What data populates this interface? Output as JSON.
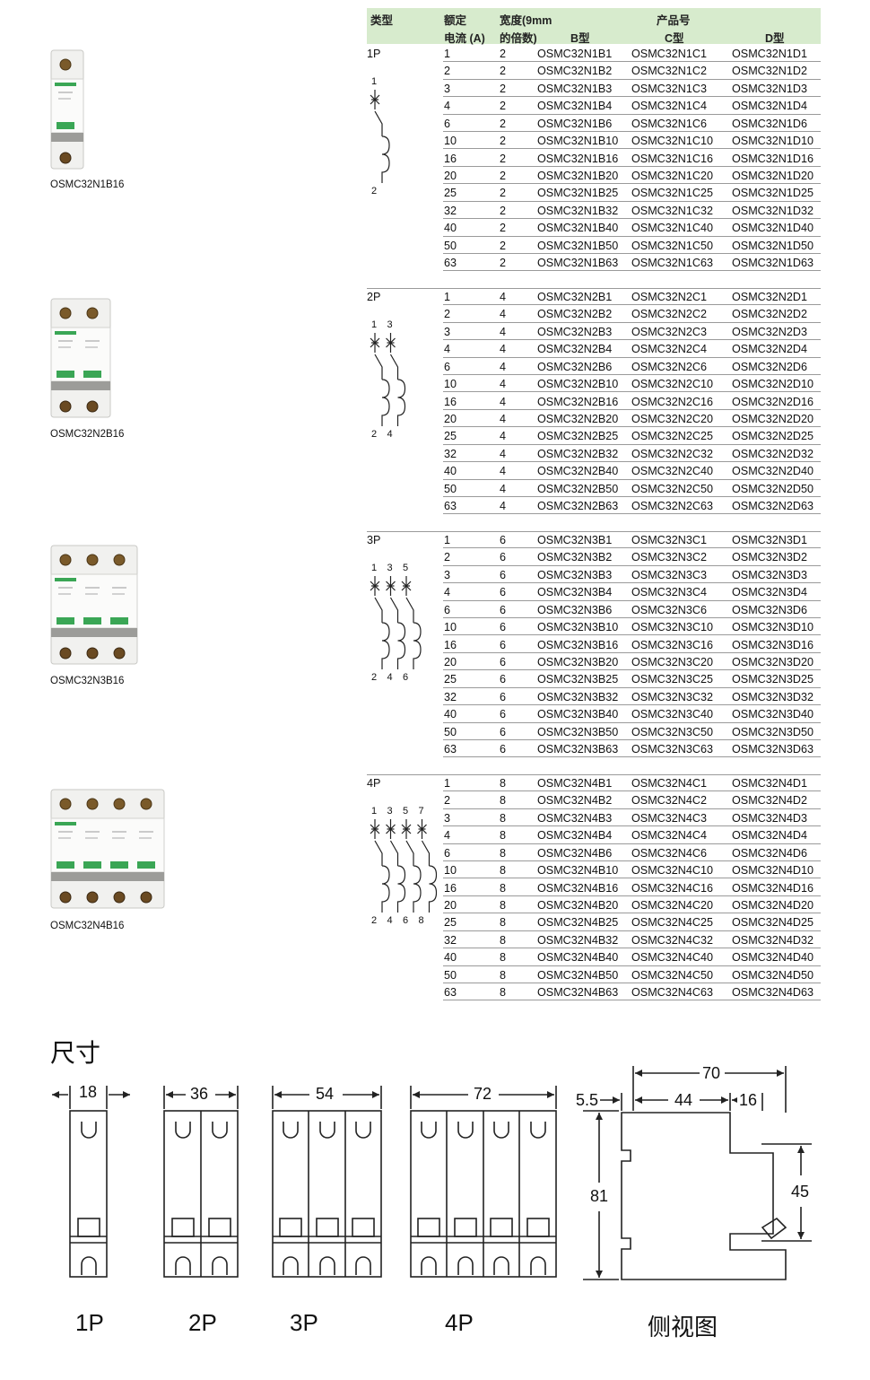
{
  "header": {
    "type": "类型",
    "rated_1": "额定",
    "rated_2": "电流 (A)",
    "width_1": "宽度(9mm",
    "width_2": "的倍数)",
    "product_no": "产品号",
    "col_b": "B型",
    "col_c": "C型",
    "col_d": "D型"
  },
  "groups": [
    {
      "label": "1P",
      "caption": "OSMC32N1B16",
      "width": "2",
      "poles": 1,
      "terminals_top": [
        "1"
      ],
      "terminals_bottom": [
        "2"
      ],
      "rows": [
        {
          "a": "1",
          "b": "OSMC32N1B1",
          "c": "OSMC32N1C1",
          "d": "OSMC32N1D1"
        },
        {
          "a": "2",
          "b": "OSMC32N1B2",
          "c": "OSMC32N1C2",
          "d": "OSMC32N1D2"
        },
        {
          "a": "3",
          "b": "OSMC32N1B3",
          "c": "OSMC32N1C3",
          "d": "OSMC32N1D3"
        },
        {
          "a": "4",
          "b": "OSMC32N1B4",
          "c": "OSMC32N1C4",
          "d": "OSMC32N1D4"
        },
        {
          "a": "6",
          "b": "OSMC32N1B6",
          "c": "OSMC32N1C6",
          "d": "OSMC32N1D6"
        },
        {
          "a": "10",
          "b": "OSMC32N1B10",
          "c": "OSMC32N1C10",
          "d": "OSMC32N1D10"
        },
        {
          "a": "16",
          "b": "OSMC32N1B16",
          "c": "OSMC32N1C16",
          "d": "OSMC32N1D16"
        },
        {
          "a": "20",
          "b": "OSMC32N1B20",
          "c": "OSMC32N1C20",
          "d": "OSMC32N1D20"
        },
        {
          "a": "25",
          "b": "OSMC32N1B25",
          "c": "OSMC32N1C25",
          "d": "OSMC32N1D25"
        },
        {
          "a": "32",
          "b": "OSMC32N1B32",
          "c": "OSMC32N1C32",
          "d": "OSMC32N1D32"
        },
        {
          "a": "40",
          "b": "OSMC32N1B40",
          "c": "OSMC32N1C40",
          "d": "OSMC32N1D40"
        },
        {
          "a": "50",
          "b": "OSMC32N1B50",
          "c": "OSMC32N1C50",
          "d": "OSMC32N1D50"
        },
        {
          "a": "63",
          "b": "OSMC32N1B63",
          "c": "OSMC32N1C63",
          "d": "OSMC32N1D63"
        }
      ]
    },
    {
      "label": "2P",
      "caption": "OSMC32N2B16",
      "width": "4",
      "poles": 2,
      "terminals_top": [
        "1",
        "3"
      ],
      "terminals_bottom": [
        "2",
        "4"
      ],
      "rows": [
        {
          "a": "1",
          "b": "OSMC32N2B1",
          "c": "OSMC32N2C1",
          "d": "OSMC32N2D1"
        },
        {
          "a": "2",
          "b": "OSMC32N2B2",
          "c": "OSMC32N2C2",
          "d": "OSMC32N2D2"
        },
        {
          "a": "3",
          "b": "OSMC32N2B3",
          "c": "OSMC32N2C3",
          "d": "OSMC32N2D3"
        },
        {
          "a": "4",
          "b": "OSMC32N2B4",
          "c": "OSMC32N2C4",
          "d": "OSMC32N2D4"
        },
        {
          "a": "6",
          "b": "OSMC32N2B6",
          "c": "OSMC32N2C6",
          "d": "OSMC32N2D6"
        },
        {
          "a": "10",
          "b": "OSMC32N2B10",
          "c": "OSMC32N2C10",
          "d": "OSMC32N2D10"
        },
        {
          "a": "16",
          "b": "OSMC32N2B16",
          "c": "OSMC32N2C16",
          "d": "OSMC32N2D16"
        },
        {
          "a": "20",
          "b": "OSMC32N2B20",
          "c": "OSMC32N2C20",
          "d": "OSMC32N2D20"
        },
        {
          "a": "25",
          "b": "OSMC32N2B25",
          "c": "OSMC32N2C25",
          "d": "OSMC32N2D25"
        },
        {
          "a": "32",
          "b": "OSMC32N2B32",
          "c": "OSMC32N2C32",
          "d": "OSMC32N2D32"
        },
        {
          "a": "40",
          "b": "OSMC32N2B40",
          "c": "OSMC32N2C40",
          "d": "OSMC32N2D40"
        },
        {
          "a": "50",
          "b": "OSMC32N2B50",
          "c": "OSMC32N2C50",
          "d": "OSMC32N2D50"
        },
        {
          "a": "63",
          "b": "OSMC32N2B63",
          "c": "OSMC32N2C63",
          "d": "OSMC32N2D63"
        }
      ]
    },
    {
      "label": "3P",
      "caption": "OSMC32N3B16",
      "width": "6",
      "poles": 3,
      "terminals_top": [
        "1",
        "3",
        "5"
      ],
      "terminals_bottom": [
        "2",
        "4",
        "6"
      ],
      "rows": [
        {
          "a": "1",
          "b": "OSMC32N3B1",
          "c": "OSMC32N3C1",
          "d": "OSMC32N3D1"
        },
        {
          "a": "2",
          "b": "OSMC32N3B2",
          "c": "OSMC32N3C2",
          "d": "OSMC32N3D2"
        },
        {
          "a": "3",
          "b": "OSMC32N3B3",
          "c": "OSMC32N3C3",
          "d": "OSMC32N3D3"
        },
        {
          "a": "4",
          "b": "OSMC32N3B4",
          "c": "OSMC32N3C4",
          "d": "OSMC32N3D4"
        },
        {
          "a": "6",
          "b": "OSMC32N3B6",
          "c": "OSMC32N3C6",
          "d": "OSMC32N3D6"
        },
        {
          "a": "10",
          "b": "OSMC32N3B10",
          "c": "OSMC32N3C10",
          "d": "OSMC32N3D10"
        },
        {
          "a": "16",
          "b": "OSMC32N3B16",
          "c": "OSMC32N3C16",
          "d": "OSMC32N3D16"
        },
        {
          "a": "20",
          "b": "OSMC32N3B20",
          "c": "OSMC32N3C20",
          "d": "OSMC32N3D20"
        },
        {
          "a": "25",
          "b": "OSMC32N3B25",
          "c": "OSMC32N3C25",
          "d": "OSMC32N3D25"
        },
        {
          "a": "32",
          "b": "OSMC32N3B32",
          "c": "OSMC32N3C32",
          "d": "OSMC32N3D32"
        },
        {
          "a": "40",
          "b": "OSMC32N3B40",
          "c": "OSMC32N3C40",
          "d": "OSMC32N3D40"
        },
        {
          "a": "50",
          "b": "OSMC32N3B50",
          "c": "OSMC32N3C50",
          "d": "OSMC32N3D50"
        },
        {
          "a": "63",
          "b": "OSMC32N3B63",
          "c": "OSMC32N3C63",
          "d": "OSMC32N3D63"
        }
      ]
    },
    {
      "label": "4P",
      "caption": "OSMC32N4B16",
      "width": "8",
      "poles": 4,
      "terminals_top": [
        "1",
        "3",
        "5",
        "7"
      ],
      "terminals_bottom": [
        "2",
        "4",
        "6",
        "8"
      ],
      "rows": [
        {
          "a": "1",
          "b": "OSMC32N4B1",
          "c": "OSMC32N4C1",
          "d": "OSMC32N4D1"
        },
        {
          "a": "2",
          "b": "OSMC32N4B2",
          "c": "OSMC32N4C2",
          "d": "OSMC32N4D2"
        },
        {
          "a": "3",
          "b": "OSMC32N4B3",
          "c": "OSMC32N4C3",
          "d": "OSMC32N4D3"
        },
        {
          "a": "4",
          "b": "OSMC32N4B4",
          "c": "OSMC32N4C4",
          "d": "OSMC32N4D4"
        },
        {
          "a": "6",
          "b": "OSMC32N4B6",
          "c": "OSMC32N4C6",
          "d": "OSMC32N4D6"
        },
        {
          "a": "10",
          "b": "OSMC32N4B10",
          "c": "OSMC32N4C10",
          "d": "OSMC32N4D10"
        },
        {
          "a": "16",
          "b": "OSMC32N4B16",
          "c": "OSMC32N4C16",
          "d": "OSMC32N4D16"
        },
        {
          "a": "20",
          "b": "OSMC32N4B20",
          "c": "OSMC32N4C20",
          "d": "OSMC32N4D20"
        },
        {
          "a": "25",
          "b": "OSMC32N4B25",
          "c": "OSMC32N4C25",
          "d": "OSMC32N4D25"
        },
        {
          "a": "32",
          "b": "OSMC32N4B32",
          "c": "OSMC32N4C32",
          "d": "OSMC32N4D32"
        },
        {
          "a": "40",
          "b": "OSMC32N4B40",
          "c": "OSMC32N4C40",
          "d": "OSMC32N4D40"
        },
        {
          "a": "50",
          "b": "OSMC32N4B50",
          "c": "OSMC32N4C50",
          "d": "OSMC32N4D50"
        },
        {
          "a": "63",
          "b": "OSMC32N4B63",
          "c": "OSMC32N4C63",
          "d": "OSMC32N4D63"
        }
      ]
    }
  ],
  "dimensions": {
    "title": "尺寸",
    "widths": [
      "18",
      "36",
      "54",
      "72"
    ],
    "labels": [
      "1P",
      "2P",
      "3P",
      "4P"
    ],
    "side": {
      "total": "70",
      "left": "5.5",
      "mid": "44",
      "right": "16",
      "height": "81",
      "rail": "45",
      "label": "侧视图"
    }
  },
  "colors": {
    "header_bg": "#d7ebcd",
    "accent_green": "#3aa655",
    "rule": "#9a9a9a"
  }
}
